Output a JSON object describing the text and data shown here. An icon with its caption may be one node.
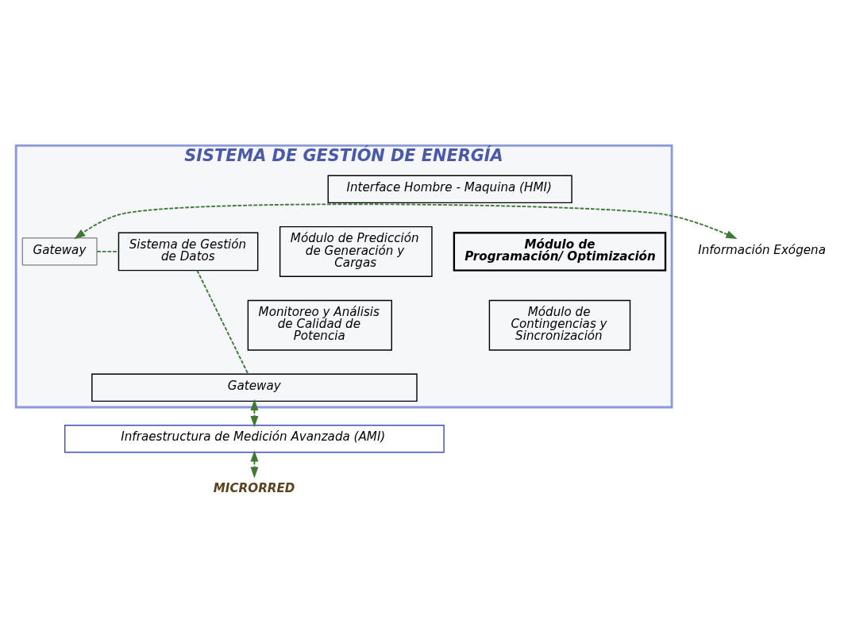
{
  "diagram": {
    "nodes": [
      {
        "text": [
          "SISTEMA DE GESTIÓN DE ENERGÍA"
        ]
      },
      {
        "text": [
          "Interface Hombre - Maquina (HMI)"
        ],
        "in": 0
      },
      {
        "text": [
          "Gateway"
        ],
        "in": 0
      },
      {
        "text": [
          "Sistema de Gestión de Datos"
        ],
        "in": 0
      },
      {
        "text": [
          "Módulo de Predicción de Generación y Cargas"
        ],
        "in": 0
      },
      {
        "text": [
          "Módulo de Programación/ Optimización"
        ],
        "in": 0
      },
      {
        "text": [
          "Monitoreo y Análisis de Calidad de Potencia"
        ],
        "in": 0
      },
      {
        "text": [
          "Módulo de Contingencias y Sincronización"
        ],
        "in": 0
      },
      {
        "text": [
          "Gateway"
        ],
        "in": 0
      },
      {
        "text": [
          "Información Exógena"
        ]
      },
      {
        "text": [
          "Infraestructura de Medición Avanzada (AMI)"
        ]
      },
      {
        "text": [
          "MICRORRED"
        ]
      }
    ],
    "edges": [
      {
        "from": 9,
        "to": 2,
        "arrow": "both",
        "style": "dashed"
      },
      {
        "from": 2,
        "to": 3,
        "arrow": "none",
        "style": "dashed"
      },
      {
        "from": 3,
        "to": 8,
        "arrow": "none",
        "style": "dashed"
      },
      {
        "from": 8,
        "to": 10,
        "arrow": "both",
        "style": "dashed"
      },
      {
        "from": 10,
        "to": 11,
        "arrow": "both",
        "style": "dashed"
      }
    ]
  }
}
